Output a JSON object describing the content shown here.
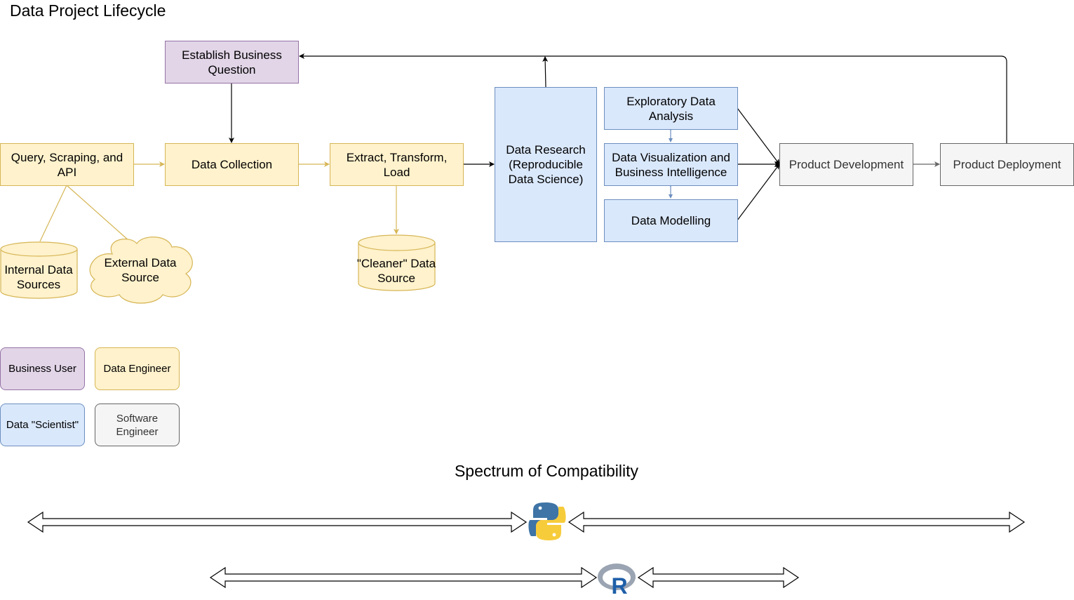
{
  "title": "Data Project Lifecycle",
  "nodes": {
    "establish_business_question": "Establish Business Question",
    "query_scraping_api": "Query, Scraping, and API",
    "data_collection": "Data Collection",
    "extract_transform_load": "Extract, Transform, Load",
    "data_research": "Data Research (Reproducible Data Science)",
    "exploratory_data_analysis": "Exploratory Data Analysis",
    "data_visualization_bi": "Data Visualization and Business Intelligence",
    "data_modelling": "Data Modelling",
    "product_development": "Product Development",
    "product_deployment": "Product Deployment",
    "internal_data_sources": "Internal Data Sources",
    "external_data_source": "External Data Source",
    "cleaner_data_source": "\"Cleaner\" Data Source"
  },
  "legend": {
    "business_user": "Business User",
    "data_engineer": "Data  Engineer",
    "data_scientist": "Data \"Scientist\"",
    "software_engineer": "Software Engineer"
  },
  "spectrum": {
    "title": "Spectrum of Compatibility",
    "python_logo": "python-logo",
    "r_logo": "r-logo",
    "r_letter": "R"
  },
  "colors": {
    "business_user_fill": "#e1d5e7",
    "data_engineer_fill": "#fff2cc",
    "data_scientist_fill": "#dae8fc",
    "software_engineer_fill": "#f5f5f5"
  }
}
